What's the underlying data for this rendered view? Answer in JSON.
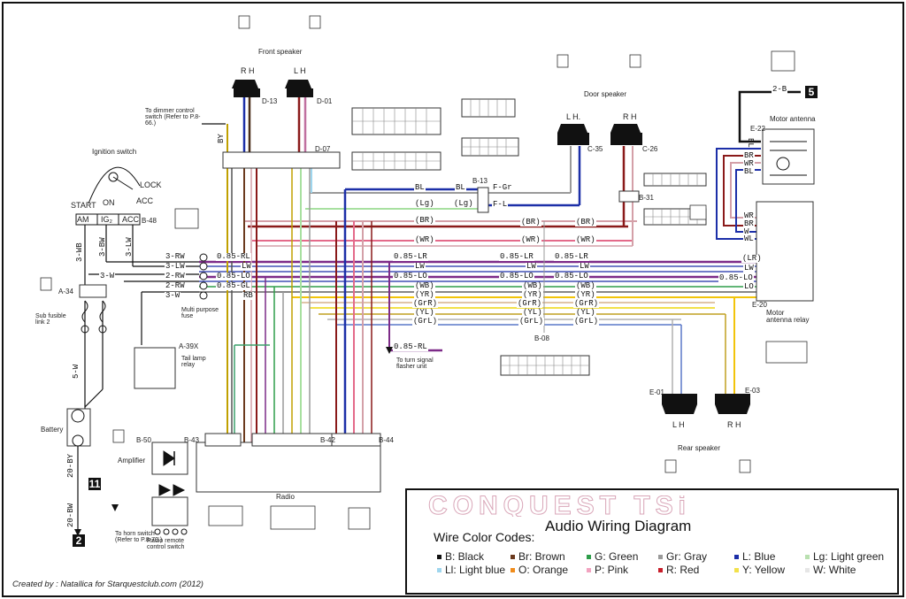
{
  "title": "Audio Wiring Diagram",
  "banner": "CONQUEST TSi",
  "credit": "Created by : Natallica for Starquestclub.com  (2012)",
  "legend": {
    "heading": "Wire Color Codes:",
    "codes": [
      {
        "code": "B:",
        "name": "Black",
        "color": "#111111"
      },
      {
        "code": "Br:",
        "name": "Brown",
        "color": "#6b3a1e"
      },
      {
        "code": "G:",
        "name": "Green",
        "color": "#2e9d4a"
      },
      {
        "code": "Gr:",
        "name": "Gray",
        "color": "#9a9a9a"
      },
      {
        "code": "L:",
        "name": "Blue",
        "color": "#1c2fa8"
      },
      {
        "code": "Lg:",
        "name": "Light green",
        "color": "#b9e0b0"
      },
      {
        "code": "Ll:",
        "name": "Light blue",
        "color": "#9fd6ee"
      },
      {
        "code": "O:",
        "name": "Orange",
        "color": "#f08c1c"
      },
      {
        "code": "P:",
        "name": "Pink",
        "color": "#f2a3c0"
      },
      {
        "code": "R:",
        "name": "Red",
        "color": "#c81e2a"
      },
      {
        "code": "Y:",
        "name": "Yellow",
        "color": "#f2e14a"
      },
      {
        "code": "W:",
        "name": "White",
        "color": "#e6e6e6"
      }
    ]
  },
  "components": {
    "front_speaker": "Front speaker",
    "front_rh": "R H",
    "front_lh": "L H",
    "d13": "D-13",
    "d01": "D-01",
    "d07": "D-07",
    "door_speaker": "Door speaker",
    "door_lh": "L H.",
    "door_rh": "R H",
    "c35": "C-35",
    "c26": "C-26",
    "b13": "B-13",
    "b31": "B-31",
    "rear_speaker": "Rear speaker",
    "rear_lh": "L H",
    "rear_rh": "R H",
    "e01": "E-01",
    "e03": "E-03",
    "motor_antenna": "Motor antenna",
    "e22": "E-22",
    "motor_antenna_relay": "Motor antenna relay",
    "e20": "E-20",
    "ignition_switch": "Ignition switch",
    "lock": "LOCK",
    "acc": "ACC",
    "on": "ON",
    "start": "START",
    "am": "AM",
    "ig2": "IG₂",
    "acc2": "ACC",
    "b48": "B-48",
    "dimmer": "To dimmer control switch (Refer to P.8-66.)",
    "a34": "A-34",
    "sub_fusible": "Sub fusible link 2",
    "multi_fuse": "Multi purpose fuse",
    "a39x": "A-39X",
    "tail_lamp": "Tail lamp relay",
    "battery": "Battery",
    "amplifier": "Amplifier",
    "b50": "B-50",
    "b43": "B-43",
    "b42": "B-42",
    "b44": "B-44",
    "radio": "Radio",
    "radio_remote": "Radio remote control switch",
    "horn": "To horn switch (Refer to P.8-70.)",
    "turn_signal": "To turn signal flasher unit",
    "b08": "B-08",
    "badge5": "5",
    "badge11": "11",
    "badge2": "2"
  },
  "wires": {
    "w_2b": "2-B",
    "w_3wb": "3-WB",
    "w_3bw": "3-BW",
    "w_3lw": "3-LW",
    "w_3w": "3-W",
    "w_5w": "5-W",
    "w_20by": "20-BY",
    "w_20bw": "20-BW",
    "row1": "3-RW",
    "row2": "3-LW",
    "row3": "2-RW",
    "row4": "2-RW",
    "row5": "3-W",
    "r1a": "0.85-RL",
    "r2a": "LW",
    "r3a": "0.85-LO",
    "r4a": "0.85-GL",
    "r5a": "RB",
    "bl": "BL",
    "fgr": "F-Gr",
    "lg1": "(Lg)",
    "lg2": "(Lg)",
    "fl": "F-L",
    "br1": "(BR)",
    "br2": "(BR)",
    "wr1": "(WR)",
    "wr2": "(WR)",
    "lr1": "0.85-LR",
    "lr2": "0.85-LR",
    "lr3": "0.85-LR",
    "lr4": "(LR)",
    "lw1": "LW",
    "lw2": "LW",
    "lw3": "LW",
    "lo1": "0.85-LO",
    "lo2": "0.85-LO",
    "lo3": "0.85-LO",
    "lo4": "LO",
    "wb1": "(WB)",
    "wb2": "(WB)",
    "wb3": "(WB)",
    "yr1": "(YR)",
    "yr2": "(YR)",
    "yr3": "(YR)",
    "grr1": "(GrR)",
    "grr2": "(GrR)",
    "grr3": "(GrR)",
    "yl1": "(YL)",
    "yl2": "(YL)",
    "yl3": "(YL)",
    "grl1": "(GrL)",
    "grl2": "(GrL)",
    "grl3": "(GrL)",
    "rl": "0.85-RL",
    "by": "BY",
    "wr_r": "WR",
    "br_r": "BR",
    "w_r": "W",
    "wl_r": "WL",
    "bl_r": "BL",
    "br_r2": "BR",
    "wr_r2": "WR",
    "bl_r2": "BL"
  }
}
